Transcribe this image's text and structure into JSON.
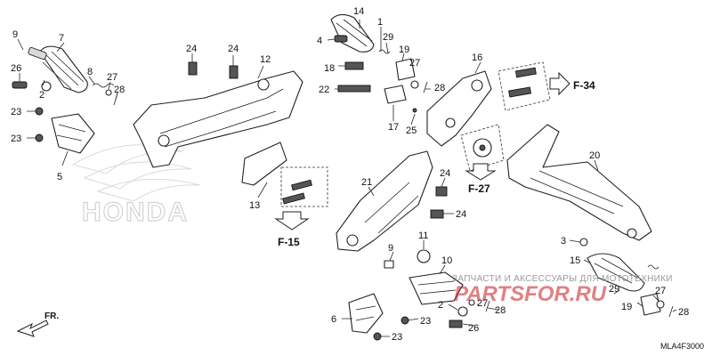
{
  "diagram": {
    "diagram_code": "MLA4F3000",
    "direction_label": "FR.",
    "brand_watermark": "HONDA",
    "watermark": {
      "caption": "ЗАПЧАСТИ И АКСЕССУАРЫ ДЛЯ МОТОТЕХНИКИ",
      "logo": "PARTSFOR.RU"
    },
    "ref_arrows": {
      "f15": "F-15",
      "f27": "F-27",
      "f34": "F-34"
    },
    "callouts": {
      "c9a": "9",
      "c7": "7",
      "c26a": "26",
      "c2a": "2",
      "c8": "8",
      "c27a": "27",
      "c28a": "28",
      "c23a": "23",
      "c23b": "23",
      "c5": "5",
      "c24a": "24",
      "c24b": "24",
      "c12": "12",
      "c13": "13",
      "c14": "14",
      "c1": "1",
      "c4": "4",
      "c29a": "29",
      "c19a": "19",
      "c18": "18",
      "c27b": "27",
      "c22": "22",
      "c28b": "28",
      "c17": "17",
      "c25": "25",
      "c16": "16",
      "c20": "20",
      "c21": "21",
      "c24c": "24",
      "c24d": "24",
      "c11": "11",
      "c9b": "9",
      "c10": "10",
      "c3": "3",
      "c15": "15",
      "c29b": "29",
      "c27c": "27",
      "c19b": "19",
      "c28c": "28",
      "c2b": "2",
      "c27d": "27",
      "c28d": "28",
      "c6": "6",
      "c23c": "23",
      "c23d": "23",
      "c26b": "26"
    }
  }
}
